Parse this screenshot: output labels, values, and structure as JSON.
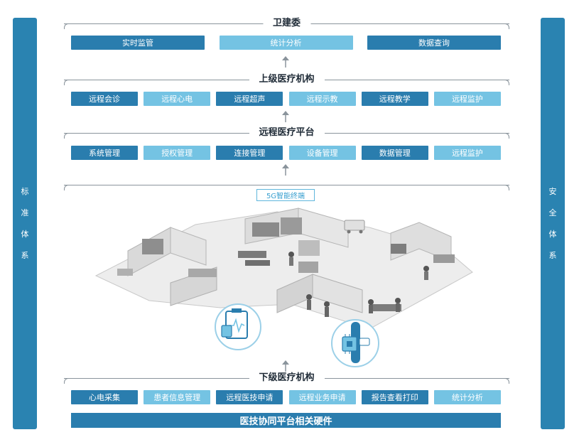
{
  "side_left": [
    "标",
    "准",
    "体",
    "系"
  ],
  "side_right": [
    "安",
    "全",
    "体",
    "系"
  ],
  "tier1": {
    "title": "卫建委",
    "buttons": [
      "实时监管",
      "统计分析",
      "数据查询"
    ]
  },
  "tier2": {
    "title": "上级医疗机构",
    "buttons": [
      "远程会诊",
      "远程心电",
      "远程超声",
      "远程示教",
      "远程教学",
      "远程监护"
    ]
  },
  "tier3": {
    "title": "远程医疗平台",
    "buttons": [
      "系统管理",
      "授权管理",
      "连接管理",
      "设备管理",
      "数据管理",
      "远程监护"
    ]
  },
  "terminal": {
    "label": "5G智能终端"
  },
  "tier4": {
    "title": "下级医疗机构",
    "buttons": [
      "心电采集",
      "患者信息管理",
      "远程医技申请",
      "远程业务申请",
      "报告查看打印",
      "统计分析"
    ]
  },
  "hardware": {
    "label": "医技协同平台相关硬件"
  },
  "colors": {
    "dark": "#2a7dae",
    "light": "#74c3e3",
    "sidebar": "#2a83b1"
  }
}
